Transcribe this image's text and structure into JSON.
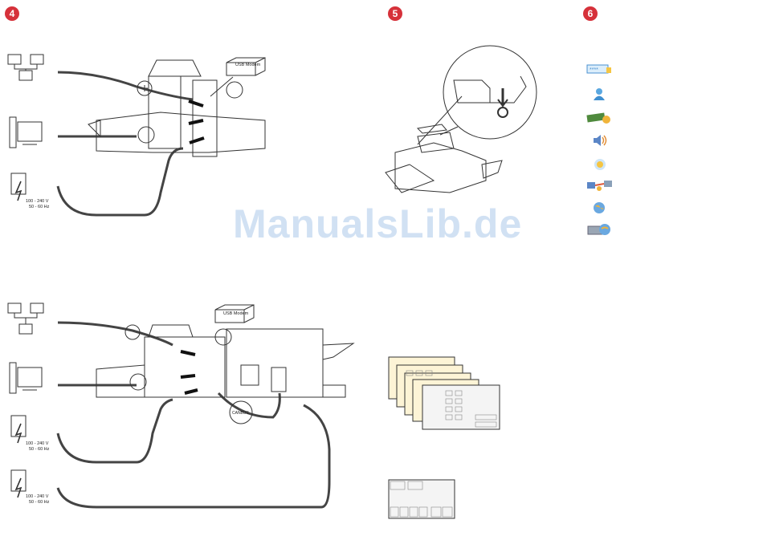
{
  "steps": {
    "step4": "4",
    "step5": "5",
    "step6": "6"
  },
  "labels": {
    "usb_modem_top": "USB Modem",
    "usb_modem_bottom": "USB Modem",
    "power_top_line1": "100 - 240 V",
    "power_top_line2": "50 - 60 Hz",
    "power_mid_line1": "100 - 240 V",
    "power_mid_line2": "50 - 60 Hz",
    "power_bot_line1": "100 - 240 V",
    "power_bot_line2": "50 - 60 Hz",
    "canbus": "CANBUS"
  },
  "watermark": "ManualsLib.de",
  "icons": [
    "password-icon",
    "user-icon",
    "money-icon",
    "volume-icon",
    "brightness-icon",
    "network-icon",
    "globe-icon",
    "system-icon"
  ],
  "colors": {
    "badge": "#d6313a",
    "watermark": "#c9dcf2"
  }
}
